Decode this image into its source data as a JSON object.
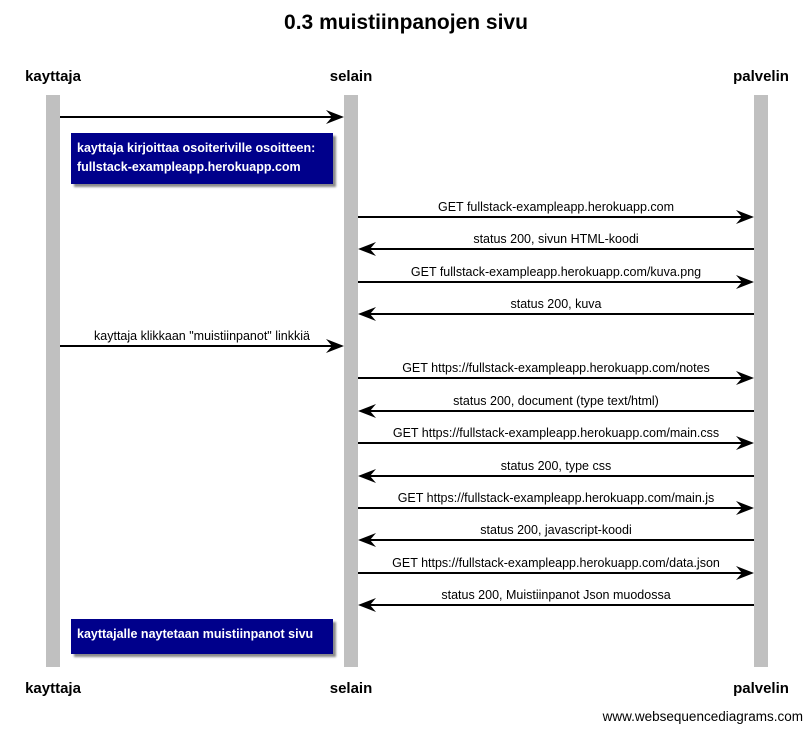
{
  "title": "0.3 muistiinpanojen sivu",
  "participants": [
    {
      "id": "kayttaja",
      "label": "kayttaja"
    },
    {
      "id": "selain",
      "label": "selain"
    },
    {
      "id": "palvelin",
      "label": "palvelin"
    }
  ],
  "events": [
    {
      "kind": "message",
      "from": "kayttaja",
      "to": "selain",
      "label": ""
    },
    {
      "kind": "note",
      "over": "kayttaja",
      "lines": [
        "kayttaja kirjoittaa osoiteriville osoitteen:",
        "fullstack-exampleapp.herokuapp.com"
      ]
    },
    {
      "kind": "message",
      "from": "selain",
      "to": "palvelin",
      "label": "GET fullstack-exampleapp.herokuapp.com"
    },
    {
      "kind": "message",
      "from": "palvelin",
      "to": "selain",
      "label": "status 200, sivun HTML-koodi"
    },
    {
      "kind": "message",
      "from": "selain",
      "to": "palvelin",
      "label": "GET fullstack-exampleapp.herokuapp.com/kuva.png"
    },
    {
      "kind": "message",
      "from": "palvelin",
      "to": "selain",
      "label": "status 200, kuva"
    },
    {
      "kind": "message",
      "from": "kayttaja",
      "to": "selain",
      "label": "kayttaja klikkaan \"muistiinpanot\" linkkiä"
    },
    {
      "kind": "message",
      "from": "selain",
      "to": "palvelin",
      "label": "GET https://fullstack-exampleapp.herokuapp.com/notes"
    },
    {
      "kind": "message",
      "from": "palvelin",
      "to": "selain",
      "label": "status 200, document (type text/html)"
    },
    {
      "kind": "message",
      "from": "selain",
      "to": "palvelin",
      "label": "GET https://fullstack-exampleapp.herokuapp.com/main.css"
    },
    {
      "kind": "message",
      "from": "palvelin",
      "to": "selain",
      "label": "status 200, type css"
    },
    {
      "kind": "message",
      "from": "selain",
      "to": "palvelin",
      "label": "GET https://fullstack-exampleapp.herokuapp.com/main.js"
    },
    {
      "kind": "message",
      "from": "palvelin",
      "to": "selain",
      "label": "status 200, javascript-koodi"
    },
    {
      "kind": "message",
      "from": "selain",
      "to": "palvelin",
      "label": "GET https://fullstack-exampleapp.herokuapp.com/data.json"
    },
    {
      "kind": "message",
      "from": "palvelin",
      "to": "selain",
      "label": "status 200, Muistiinpanot Json muodossa"
    },
    {
      "kind": "note",
      "over": "kayttaja",
      "lines": [
        "kayttajalle naytetaan muistiinpanot sivu"
      ]
    }
  ],
  "footer": "www.websequencediagrams.com",
  "colors": {
    "lifeline": "#c0c0c0",
    "note_bg": "#00008b",
    "note_text": "#ffffff",
    "arrow": "#000000"
  }
}
